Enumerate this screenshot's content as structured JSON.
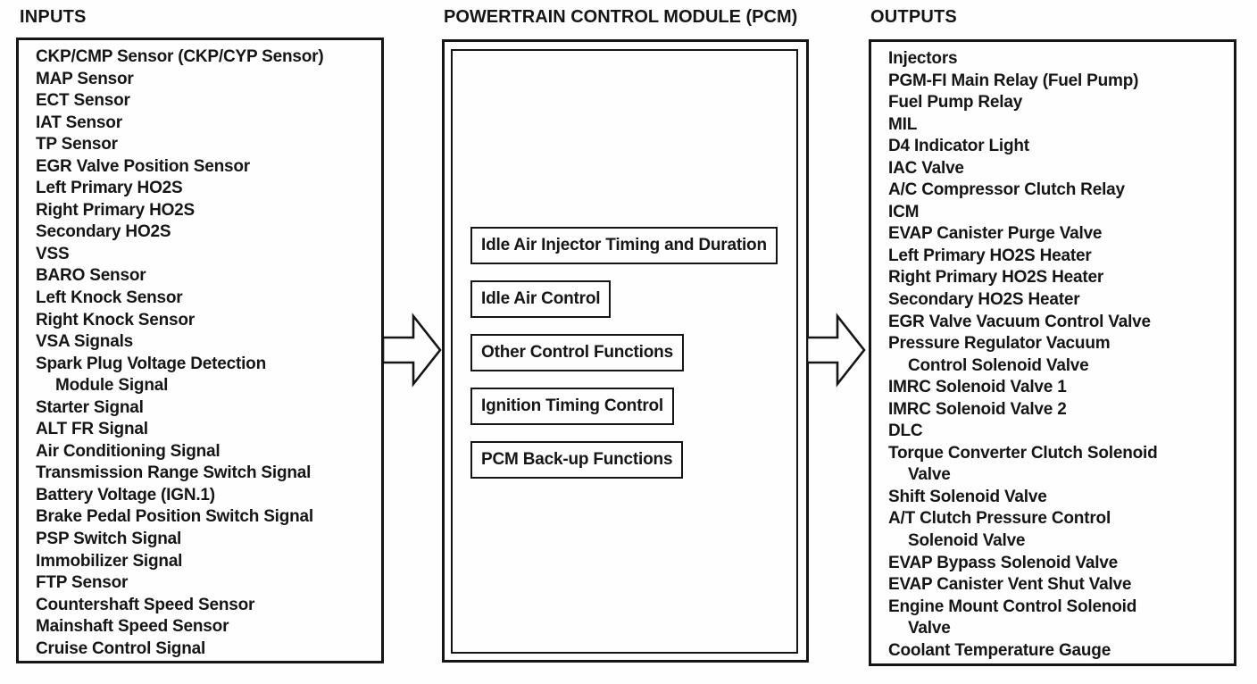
{
  "colors": {
    "ink": "#151515",
    "paper": "#fefefe"
  },
  "inputs": {
    "title": "INPUTS",
    "items": [
      {
        "text": "CKP/CMP Sensor (CKP/CYP Sensor)",
        "indent": false
      },
      {
        "text": "MAP Sensor",
        "indent": false
      },
      {
        "text": "ECT Sensor",
        "indent": false
      },
      {
        "text": "IAT Sensor",
        "indent": false
      },
      {
        "text": "TP Sensor",
        "indent": false
      },
      {
        "text": "EGR Valve Position Sensor",
        "indent": false
      },
      {
        "text": "Left Primary HO2S",
        "indent": false
      },
      {
        "text": "Right Primary HO2S",
        "indent": false
      },
      {
        "text": "Secondary HO2S",
        "indent": false
      },
      {
        "text": "VSS",
        "indent": false
      },
      {
        "text": "BARO Sensor",
        "indent": false
      },
      {
        "text": "Left Knock Sensor",
        "indent": false
      },
      {
        "text": "Right Knock Sensor",
        "indent": false
      },
      {
        "text": "VSA Signals",
        "indent": false
      },
      {
        "text": "Spark Plug Voltage Detection",
        "indent": false
      },
      {
        "text": "Module Signal",
        "indent": true
      },
      {
        "text": "Starter Signal",
        "indent": false
      },
      {
        "text": "ALT FR Signal",
        "indent": false
      },
      {
        "text": "Air Conditioning Signal",
        "indent": false
      },
      {
        "text": "Transmission Range Switch Signal",
        "indent": false
      },
      {
        "text": "Battery Voltage (IGN.1)",
        "indent": false
      },
      {
        "text": "Brake Pedal Position Switch Signal",
        "indent": false
      },
      {
        "text": "PSP Switch Signal",
        "indent": false
      },
      {
        "text": "Immobilizer Signal",
        "indent": false
      },
      {
        "text": "FTP Sensor",
        "indent": false
      },
      {
        "text": "Countershaft Speed Sensor",
        "indent": false
      },
      {
        "text": "Mainshaft Speed Sensor",
        "indent": false
      },
      {
        "text": "Cruise Control Signal",
        "indent": false
      }
    ]
  },
  "pcm": {
    "title": "POWERTRAIN CONTROL MODULE (PCM)",
    "functions": [
      "Idle Air Injector Timing and Duration",
      "Idle Air Control",
      "Other Control Functions",
      "Ignition Timing Control",
      "PCM Back-up Functions"
    ]
  },
  "outputs": {
    "title": "OUTPUTS",
    "items": [
      {
        "text": "Injectors",
        "indent": false
      },
      {
        "text": "PGM-FI Main Relay (Fuel Pump)",
        "indent": false
      },
      {
        "text": "Fuel Pump Relay",
        "indent": false
      },
      {
        "text": "MIL",
        "indent": false
      },
      {
        "text": "D4 Indicator Light",
        "indent": false
      },
      {
        "text": "IAC Valve",
        "indent": false
      },
      {
        "text": "A/C Compressor Clutch Relay",
        "indent": false
      },
      {
        "text": "ICM",
        "indent": false
      },
      {
        "text": "EVAP Canister Purge Valve",
        "indent": false
      },
      {
        "text": "Left Primary HO2S Heater",
        "indent": false
      },
      {
        "text": "Right Primary HO2S Heater",
        "indent": false
      },
      {
        "text": "Secondary HO2S Heater",
        "indent": false
      },
      {
        "text": "EGR Valve Vacuum Control Valve",
        "indent": false
      },
      {
        "text": "Pressure Regulator Vacuum",
        "indent": false
      },
      {
        "text": "Control Solenoid Valve",
        "indent": true
      },
      {
        "text": "IMRC Solenoid Valve 1",
        "indent": false
      },
      {
        "text": "IMRC Solenoid Valve 2",
        "indent": false
      },
      {
        "text": "DLC",
        "indent": false
      },
      {
        "text": "Torque Converter Clutch Solenoid",
        "indent": false
      },
      {
        "text": "Valve",
        "indent": true
      },
      {
        "text": "Shift Solenoid Valve",
        "indent": false
      },
      {
        "text": "A/T Clutch Pressure Control",
        "indent": false
      },
      {
        "text": "Solenoid Valve",
        "indent": true
      },
      {
        "text": "EVAP Bypass Solenoid Valve",
        "indent": false
      },
      {
        "text": "EVAP Canister Vent Shut Valve",
        "indent": false
      },
      {
        "text": "Engine Mount Control Solenoid",
        "indent": false
      },
      {
        "text": "Valve",
        "indent": true
      },
      {
        "text": "Coolant Temperature Gauge",
        "indent": false
      }
    ]
  },
  "arrows": {
    "left": "block-arrow-right",
    "right": "block-arrow-right"
  }
}
